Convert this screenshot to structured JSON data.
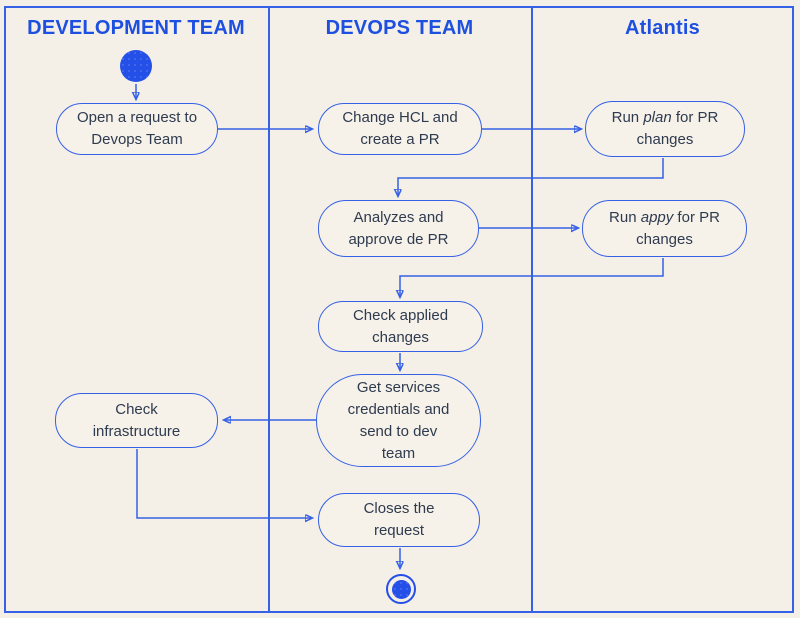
{
  "colors": {
    "background": "#f4efe7",
    "line_blue": "#3561e6",
    "header_blue": "#1d4fe0",
    "node_text": "#2e3b4f",
    "node_fill": "#f6f1e9",
    "start_end_fill": "#2450e8"
  },
  "lanes": [
    {
      "title": "DEVELOPMENT TEAM"
    },
    {
      "title": "DEVOPS TEAM"
    },
    {
      "title": "Atlantis"
    }
  ],
  "nodes": {
    "open_request": {
      "label": "Open a request to Devops Team"
    },
    "change_hcl": {
      "label": "Change HCL and create a PR"
    },
    "run_plan": {
      "prefix": "Run ",
      "italic": "plan",
      "suffix": " for PR changes"
    },
    "analyzes": {
      "label": "Analyzes and approve de PR"
    },
    "run_appy": {
      "prefix": "Run ",
      "italic": "appy",
      "suffix": " for PR changes"
    },
    "check_applied": {
      "label": "Check applied changes"
    },
    "get_services": {
      "label": "Get services credentials and send to dev team"
    },
    "check_infra": {
      "label": "Check infrastructure"
    },
    "closes_request": {
      "label": "Closes the request"
    }
  }
}
